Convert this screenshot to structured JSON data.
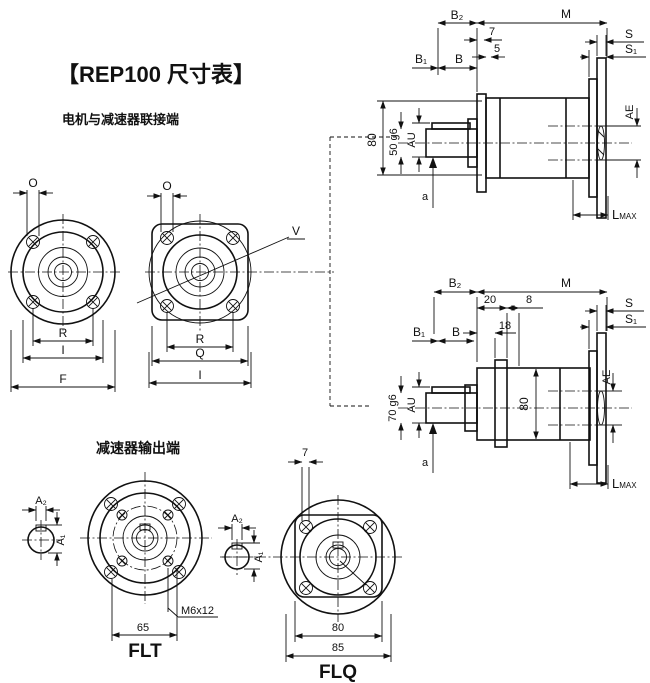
{
  "header": {
    "title": "【REP100 尺寸表】",
    "motor_side_label": "电机与减速器联接端",
    "output_side_label": "减速器输出端"
  },
  "colors": {
    "ink": "#111111",
    "paper": "#ffffff"
  },
  "round_flange_view": {
    "o": "O",
    "r": "R",
    "i": "I",
    "f": "F"
  },
  "square_flange_view": {
    "o": "O",
    "v": "V",
    "r": "R",
    "q": "Q",
    "i": "I"
  },
  "motor_side_view": {
    "b2": "B₂",
    "m": "M",
    "n7": "7",
    "n5": "5",
    "s": "S",
    "s1": "S₁",
    "b1": "B₁",
    "b": "B",
    "h": "80",
    "shaft": "50 g6",
    "au": "AU",
    "a": "a",
    "ae": "AE",
    "lmax_l": "L",
    "lmax_sub": "MAX"
  },
  "output_side_view": {
    "b2": "B₂",
    "m": "M",
    "n20": "20",
    "n8": "8",
    "n18": "18",
    "s": "S",
    "s1": "S₁",
    "b1": "B₁",
    "b": "B",
    "h": "80",
    "shaft": "70 g6",
    "au": "AU",
    "a": "a",
    "ae": "AE",
    "lmax_l": "L",
    "lmax_sub": "MAX"
  },
  "flt_view": {
    "a2": "A₂",
    "a1": "A₁",
    "thread": "M6x12",
    "pitch": "65",
    "name": "FLT"
  },
  "flq_view": {
    "n7": "7",
    "a2": "A₂",
    "a1": "A₁",
    "w": "80",
    "ow": "85",
    "name": "FLQ"
  }
}
